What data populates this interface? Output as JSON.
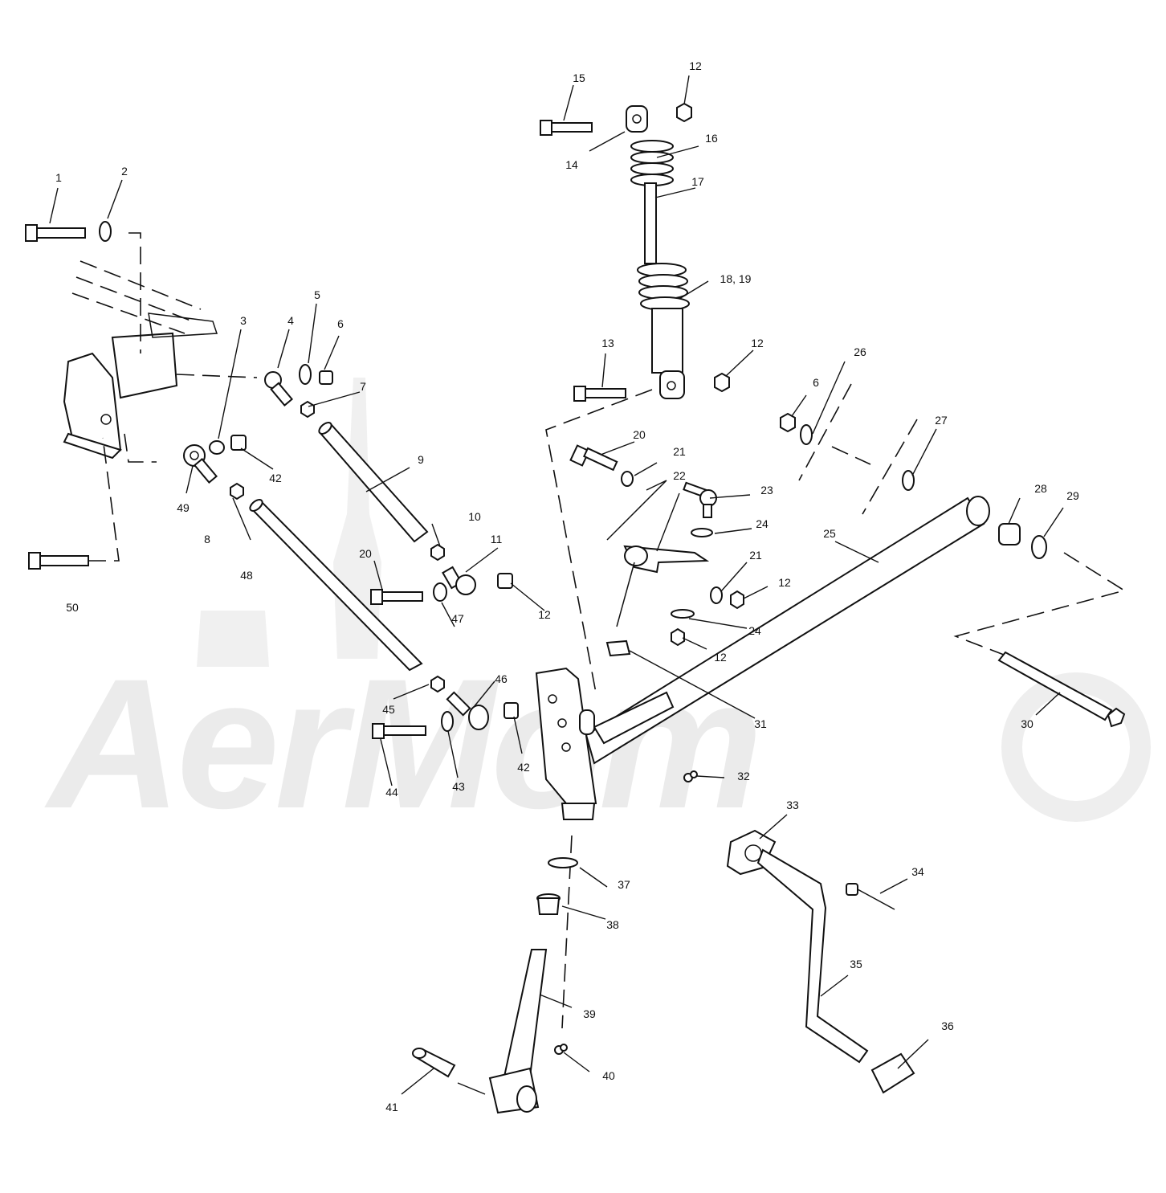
{
  "watermark": {
    "text": "AerMom"
  },
  "labels": {
    "l1": "1",
    "l2": "2",
    "l3": "3",
    "l4": "4",
    "l5": "5",
    "l6a": "6",
    "l6b": "6",
    "l7": "7",
    "l8": "8",
    "l9": "9",
    "l10": "10",
    "l11": "11",
    "l12a": "12",
    "l12b": "12",
    "l12c": "12",
    "l12d": "12",
    "l12e": "12",
    "l13": "13",
    "l14": "14",
    "l15": "15",
    "l16": "16",
    "l17": "17",
    "l1819": "18, 19",
    "l20a": "20",
    "l20b": "20",
    "l21a": "21",
    "l21b": "21",
    "l22": "22",
    "l23": "23",
    "l24a": "24",
    "l24b": "24",
    "l25": "25",
    "l26": "26",
    "l27": "27",
    "l28": "28",
    "l29": "29",
    "l30": "30",
    "l31": "31",
    "l32": "32",
    "l33": "33",
    "l34": "34",
    "l35": "35",
    "l36": "36",
    "l37": "37",
    "l38": "38",
    "l39": "39",
    "l40": "40",
    "l41": "41",
    "l42a": "42",
    "l42b": "42",
    "l43": "43",
    "l44": "44",
    "l45": "45",
    "l46": "46",
    "l47": "47",
    "l48": "48",
    "l49": "49",
    "l50": "50"
  }
}
